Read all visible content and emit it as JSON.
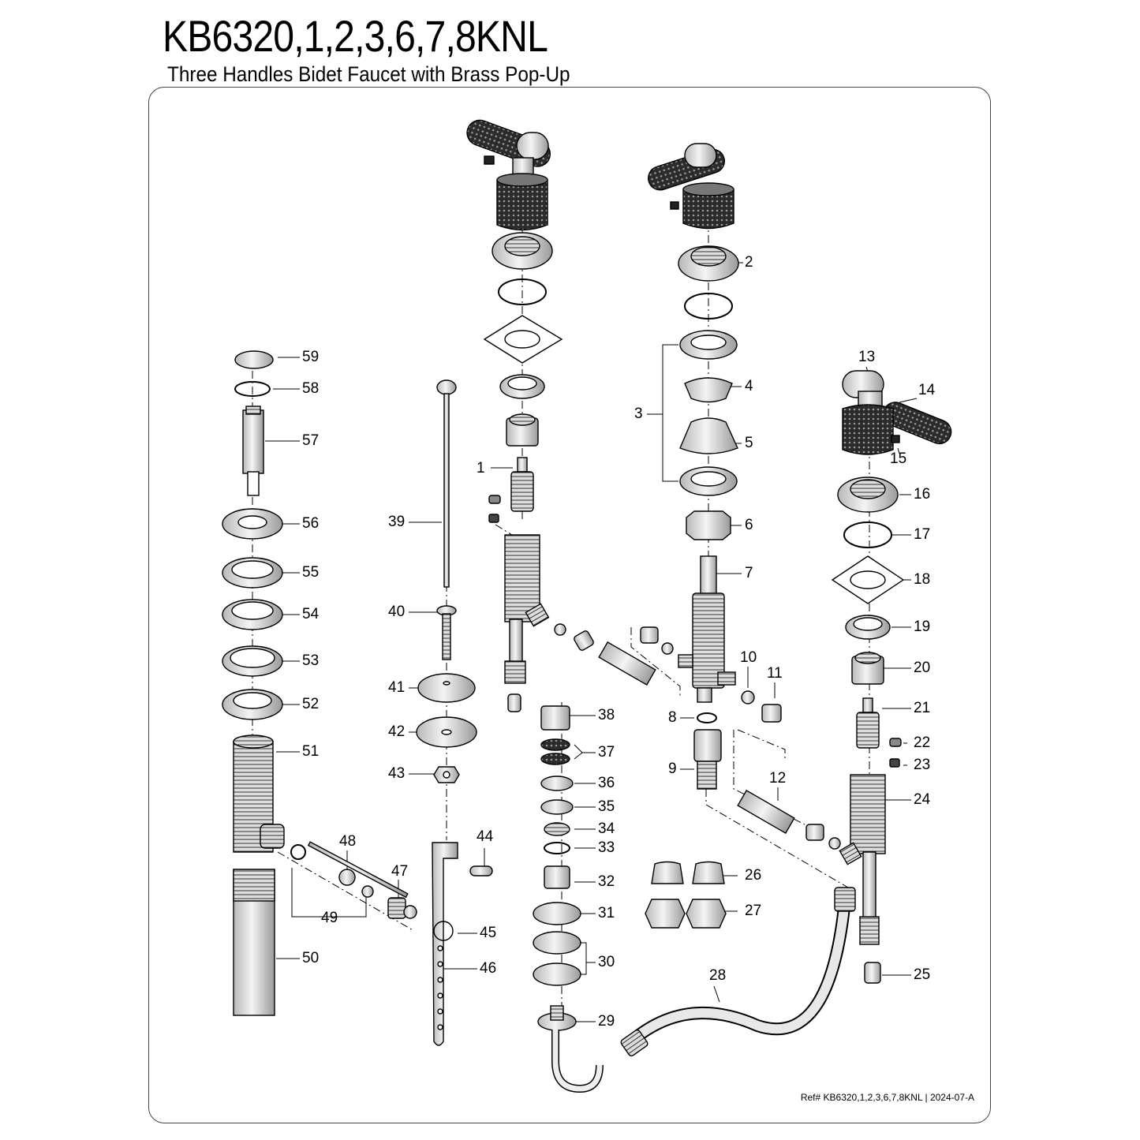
{
  "header": {
    "title": "KB6320,1,2,3,6,7,8KNL",
    "subtitle": "Three Handles Bidet Faucet with Brass Pop-Up"
  },
  "footer": {
    "ref": "Ref# KB6320,1,2,3,6,7,8KNL | 2024-07-A"
  },
  "callouts": {
    "n1": "1",
    "n2": "2",
    "n3": "3",
    "n4": "4",
    "n5": "5",
    "n6": "6",
    "n7": "7",
    "n8": "8",
    "n9": "9",
    "n10": "10",
    "n11": "11",
    "n12": "12",
    "n13": "13",
    "n14": "14",
    "n15": "15",
    "n16": "16",
    "n17": "17",
    "n18": "18",
    "n19": "19",
    "n20": "20",
    "n21": "21",
    "n22": "22",
    "n23": "23",
    "n24": "24",
    "n25": "25",
    "n26": "26",
    "n27": "27",
    "n28": "28",
    "n29": "29",
    "n30": "30",
    "n31": "31",
    "n32": "32",
    "n33": "33",
    "n34": "34",
    "n35": "35",
    "n36": "36",
    "n37": "37",
    "n38": "38",
    "n39": "39",
    "n40": "40",
    "n41": "41",
    "n42": "42",
    "n43": "43",
    "n44": "44",
    "n45": "45",
    "n46": "46",
    "n47": "47",
    "n48": "48",
    "n49": "49",
    "n50": "50",
    "n51": "51",
    "n52": "52",
    "n53": "53",
    "n54": "54",
    "n55": "55",
    "n56": "56",
    "n57": "57",
    "n58": "58",
    "n59": "59"
  }
}
